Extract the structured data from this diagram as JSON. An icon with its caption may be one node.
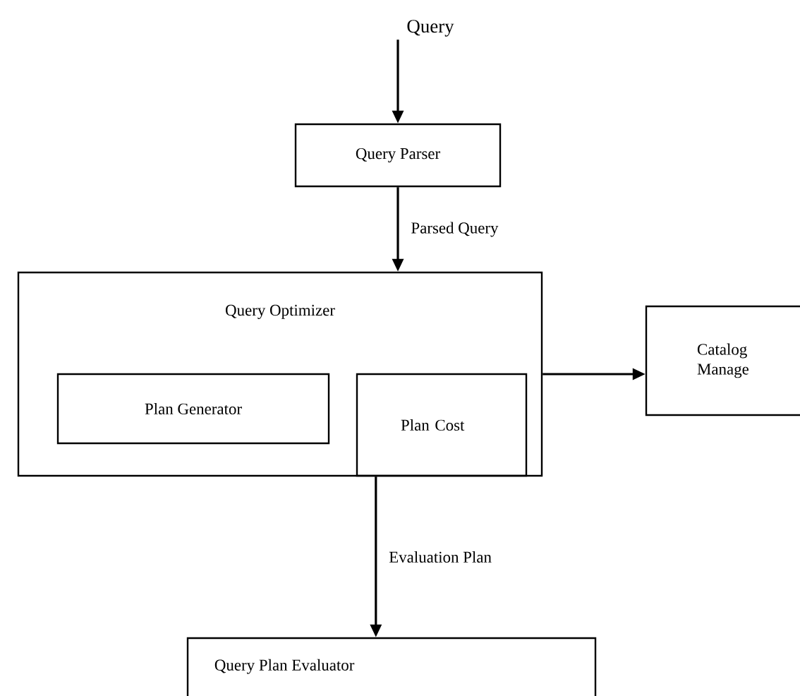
{
  "diagram": {
    "nodes": [
      {
        "text": [
          "Query"
        ]
      },
      {
        "text": [
          "Query Parser"
        ]
      },
      {
        "text": [
          "Query Optimizer"
        ]
      },
      {
        "text": [
          "Plan Generator"
        ],
        "in": 2
      },
      {
        "text": [
          "Plan Cost"
        ],
        "in": 2
      },
      {
        "text": [
          "Catalog Manage"
        ]
      },
      {
        "text": [
          "Query Plan Evaluator"
        ]
      }
    ],
    "edges": [
      {
        "from": 0,
        "to": 1,
        "arrow": "to"
      },
      {
        "from": 1,
        "to": 2,
        "arrow": "to",
        "label": "Parsed Query"
      },
      {
        "from": 2,
        "to": 5,
        "arrow": "to"
      },
      {
        "from": 4,
        "to": 6,
        "arrow": "to",
        "label": "Evaluation Plan"
      }
    ]
  }
}
